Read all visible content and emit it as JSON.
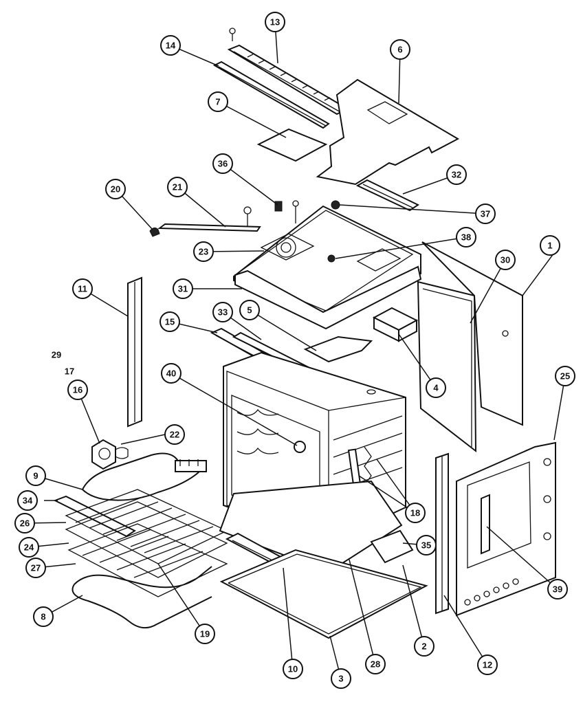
{
  "diagram": {
    "type": "exploded-parts-view",
    "line_color": "#111111",
    "background": "#ffffff",
    "callouts": [
      {
        "label": "1"
      },
      {
        "label": "2"
      },
      {
        "label": "3"
      },
      {
        "label": "4"
      },
      {
        "label": "5"
      },
      {
        "label": "6"
      },
      {
        "label": "7"
      },
      {
        "label": "8"
      },
      {
        "label": "9"
      },
      {
        "label": "10"
      },
      {
        "label": "11"
      },
      {
        "label": "12"
      },
      {
        "label": "13"
      },
      {
        "label": "14"
      },
      {
        "label": "15"
      },
      {
        "label": "16"
      },
      {
        "label": "17"
      },
      {
        "label": "18"
      },
      {
        "label": "19"
      },
      {
        "label": "20"
      },
      {
        "label": "21"
      },
      {
        "label": "22"
      },
      {
        "label": "23"
      },
      {
        "label": "24"
      },
      {
        "label": "25"
      },
      {
        "label": "26"
      },
      {
        "label": "27"
      },
      {
        "label": "28"
      },
      {
        "label": "29"
      },
      {
        "label": "30"
      },
      {
        "label": "31"
      },
      {
        "label": "32"
      },
      {
        "label": "33"
      },
      {
        "label": "34"
      },
      {
        "label": "35"
      },
      {
        "label": "36"
      },
      {
        "label": "37"
      },
      {
        "label": "38"
      },
      {
        "label": "39"
      },
      {
        "label": "40"
      }
    ]
  }
}
